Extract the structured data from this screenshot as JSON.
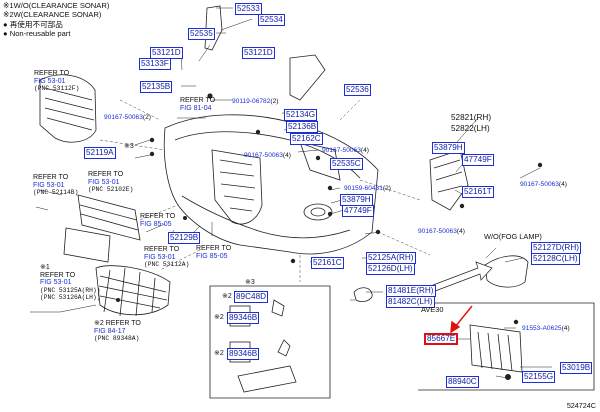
{
  "notes": [
    {
      "mark": "※1",
      "text": "W/O(CLEARANCE SONAR)"
    },
    {
      "mark": "※2",
      "text": "W(CLEARANCE SONAR)"
    },
    {
      "mark": "●",
      "text": "再使用不可部品"
    },
    {
      "mark": "●",
      "text": "Non-reusable part"
    }
  ],
  "parts": {
    "p52533": "52533",
    "p52534": "52534",
    "p52535": "52535",
    "p53121D_a": "53121D",
    "p53133F": "53133F",
    "p53121D_b": "53121D",
    "p52135B": "52135B",
    "p52536": "52536",
    "p90119": "90119-06782",
    "p90119_qty": "(2)",
    "p52134G": "52134G",
    "p52136B": "52136B",
    "p52162C": "52162C",
    "p90167a": "90167-50063",
    "p90167a_qty": "(2)",
    "p52119A": "52119A",
    "p52119A_qty": "※3",
    "p90167b": "90167-50063",
    "p90167b_qty": "(4)",
    "p90167c": "90167-50063",
    "p90167c_qty": "(4)",
    "p52535C": "52535C",
    "p52821": "52821",
    "p52821_side": "(RH)",
    "p52822": "52822",
    "p52822_side": "(LH)",
    "p53879H_r": "53879H",
    "p47749F_r": "47749F",
    "p52161T": "52161T",
    "p90167d": "90167-50063",
    "p90167d_qty": "(4)",
    "p90159": "90159-60431",
    "p90159_qty": "(2)",
    "p53879H": "53879H",
    "p47749F": "47749F",
    "p52129B": "52129B",
    "p90167e": "90167-50063",
    "p90167e_qty": "(4)",
    "p52125A": "52125A",
    "p52125A_side": "(RH)",
    "p52126D": "52126D",
    "p52126D_side": "(LH)",
    "p52161C": "52161C",
    "p52127D": "52127D",
    "p52127D_side": "(RH)",
    "p52128C": "52128C",
    "p52128C_side": "(LH)",
    "p81481E": "81481E",
    "p81481E_side": "(RH)",
    "p81482C": "81482C",
    "p81482C_side": "(LH)",
    "p89C48D": "89C48D",
    "p89C48D_mark": "※2",
    "p89346B_a": "89346B",
    "p89346B_a_mark": "※2",
    "p89346B_b": "89346B",
    "p89346B_b_mark": "※2",
    "p85667E": "85667E",
    "p91553": "91553-A0625",
    "p91553_qty": "(4)",
    "p53019B": "53019B",
    "p52155G": "52155G",
    "p88940C": "88940C",
    "mark3": "※3"
  },
  "refs": {
    "r1": [
      "REFER TO",
      "FIG 53-01",
      "(PNC 53112F)"
    ],
    "r2": [
      "REFER TO",
      "FIG 81-04"
    ],
    "r3": [
      "REFER TO",
      "FIG 53-01",
      "(PNC 52102E)"
    ],
    "r4": [
      "REFER TO",
      "FIG 53-01",
      "(PNC 52114B)"
    ],
    "r5": [
      "REFER TO",
      "FIG 85-05"
    ],
    "r6": [
      "REFER TO",
      "FIG 53-01",
      "(PNC 53112A)"
    ],
    "r7": [
      "REFER TO",
      "FIG 85-05"
    ],
    "r8": [
      "※1",
      "REFER TO",
      "FIG 53-01",
      "(PNC 53125A(RH))",
      "(PNC 53126A(LH))"
    ],
    "r9": [
      "※2 REFER TO",
      "FIG 84-17",
      "(PNC 89348A)"
    ]
  },
  "labels": {
    "fog": "W/O(FOG LAMP)",
    "ave": "AVE30",
    "figure_id": "524724C"
  },
  "colors": {
    "callout_border": "#1b2fd6",
    "callout_text": "#1420a8",
    "highlight": "#e01010",
    "arrow": "#e01010"
  }
}
